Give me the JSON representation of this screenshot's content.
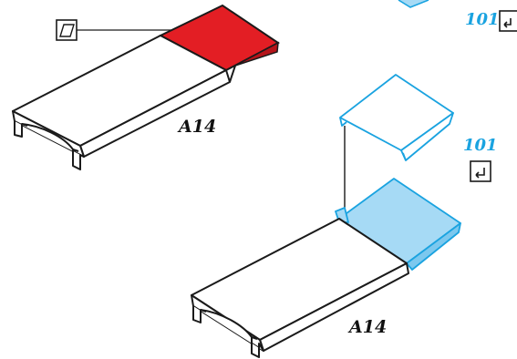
{
  "colors": {
    "outline": "#1a1a1a",
    "highlight_red": "#e31e24",
    "highlight_red_dark": "#b5141a",
    "accent_blue": "#1aa3e0",
    "accent_blue_fill": "#a6daf5",
    "accent_blue_light": "#ffffff"
  },
  "icons": {
    "surface_symbol": "surface-icon",
    "insert_symbol": "insert-arrow-icon"
  },
  "step_one": {
    "part_label": "A14",
    "callout_number": "101"
  },
  "step_two": {
    "part_label": "A14",
    "callout_number": "101"
  }
}
